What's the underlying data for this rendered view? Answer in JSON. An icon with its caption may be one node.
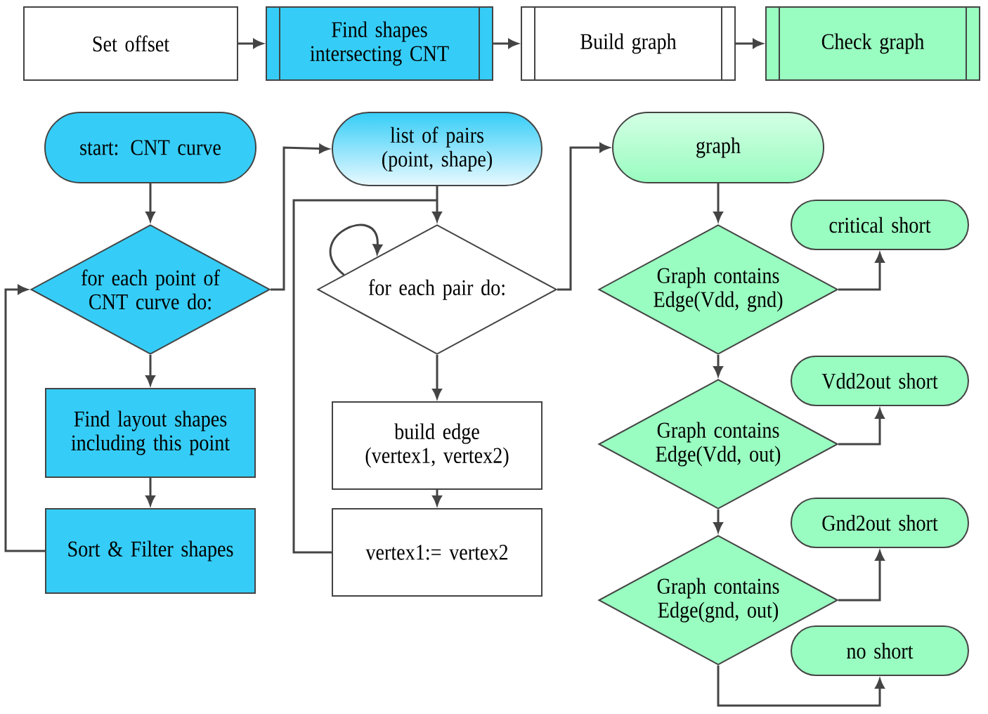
{
  "diagram": {
    "nodes": [
      {
        "text": [
          "Set offset"
        ]
      },
      {
        "text": [
          "Find shapes intersecting CNT"
        ]
      },
      {
        "text": [
          "Build graph"
        ]
      },
      {
        "text": [
          "Check graph"
        ]
      },
      {
        "text": [
          "start: CNT curve"
        ]
      },
      {
        "text": [
          "for each point of CNT curve do:"
        ]
      },
      {
        "text": [
          "Find layout shapes including this point"
        ]
      },
      {
        "text": [
          "Sort & Filter shapes"
        ]
      },
      {
        "text": [
          "list of pairs (point, shape)"
        ]
      },
      {
        "text": [
          "for each pair do:"
        ]
      },
      {
        "text": [
          "build edge (vertex1, vertex2)"
        ]
      },
      {
        "text": [
          "vertex1:= vertex2"
        ]
      },
      {
        "text": [
          "graph"
        ]
      },
      {
        "text": [
          "Graph contains Edge(Vdd, gnd)"
        ]
      },
      {
        "text": [
          "critical short"
        ]
      },
      {
        "text": [
          "Graph contains Edge(Vdd, out)"
        ]
      },
      {
        "text": [
          "Vdd2out short"
        ]
      },
      {
        "text": [
          "Graph contains Edge(gnd, out)"
        ]
      },
      {
        "text": [
          "Gnd2out short"
        ]
      },
      {
        "text": [
          "no short"
        ]
      }
    ],
    "edges": [
      {
        "from": 0,
        "to": 1,
        "arrow": "to"
      },
      {
        "from": 1,
        "to": 2,
        "arrow": "to"
      },
      {
        "from": 2,
        "to": 3,
        "arrow": "to"
      },
      {
        "from": 4,
        "to": 5,
        "arrow": "to"
      },
      {
        "from": 5,
        "to": 6,
        "arrow": "to"
      },
      {
        "from": 6,
        "to": 7,
        "arrow": "to"
      },
      {
        "from": 7,
        "to": 5,
        "arrow": "to"
      },
      {
        "from": 5,
        "to": 8,
        "arrow": "to"
      },
      {
        "from": 8,
        "to": 9,
        "arrow": "to"
      },
      {
        "from": 9,
        "to": 9,
        "arrow": "to"
      },
      {
        "from": 9,
        "to": 10,
        "arrow": "to"
      },
      {
        "from": 10,
        "to": 11,
        "arrow": "to"
      },
      {
        "from": 11,
        "to": 9,
        "arrow": "to"
      },
      {
        "from": 9,
        "to": 12,
        "arrow": "to"
      },
      {
        "from": 12,
        "to": 13,
        "arrow": "to"
      },
      {
        "from": 13,
        "to": 14,
        "arrow": "to"
      },
      {
        "from": 13,
        "to": 15,
        "arrow": "to"
      },
      {
        "from": 15,
        "to": 16,
        "arrow": "to"
      },
      {
        "from": 15,
        "to": 17,
        "arrow": "to"
      },
      {
        "from": 17,
        "to": 18,
        "arrow": "to"
      },
      {
        "from": 17,
        "to": 19,
        "arrow": "to"
      }
    ]
  }
}
